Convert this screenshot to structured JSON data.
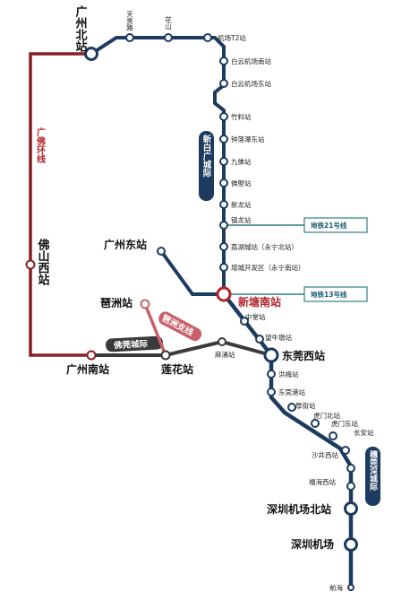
{
  "colors": {
    "intercity_navy": "#1d3a5f",
    "guangfo_ring": "#8a1f24",
    "foguan": "#3a3a3a",
    "pizhou": "#c9606a",
    "metro_box": "#2f7e86",
    "station_fill": "#ffffff"
  },
  "stations": {
    "guangzhou_north": "广州北站",
    "tiangui_road": "天贵路",
    "huashan": "花山",
    "airport_t2": "机场T2站",
    "baiyun_airport_south": "白云机场南站",
    "baiyun_airport_east": "白云机场东站",
    "zhuliao": "竹料站",
    "zhongluotan_east": "钟落潭东站",
    "jiulong": "九佛站",
    "foao": "佛塱站",
    "xinlong": "新龙站",
    "zhenlong": "镇龙站",
    "lihu_city": "荔湖城站（永宁北站）",
    "zengcheng_dev": "增城开发区（永宁南站）",
    "guangzhou_east": "广州东站",
    "xintang_south": "新塘南站",
    "pizhou": "琶洲站",
    "foshan_west": "佛山西站",
    "guangzhou_south": "广州南站",
    "lianhua": "莲花站",
    "mayong": "麻涌站",
    "zhongtang": "中堂站",
    "wangniudun": "望牛墩站",
    "dongguan_west": "东莞西站",
    "hongmei": "洪梅站",
    "dongguan_port": "东莞港站",
    "houjie": "厚街站",
    "humen_north": "虎门北站",
    "humen_east": "虎门东站",
    "chang_an": "长安站",
    "shajing_west": "沙井西站",
    "fuhai_west": "福海西站",
    "shenzhen_airport_north": "深圳机场北站",
    "shenzhen_airport": "深圳机场",
    "qianhai": "前海"
  },
  "lines": {
    "xinbai_guang": "新白广城际",
    "guangfo_ring": "广佛环线",
    "pizhou_branch": "琶洲支线",
    "foguan": "佛莞城际",
    "guanshen": "穗莞深城际"
  },
  "metro": {
    "line21": "地铁21号线",
    "line13": "地铁13号线"
  }
}
